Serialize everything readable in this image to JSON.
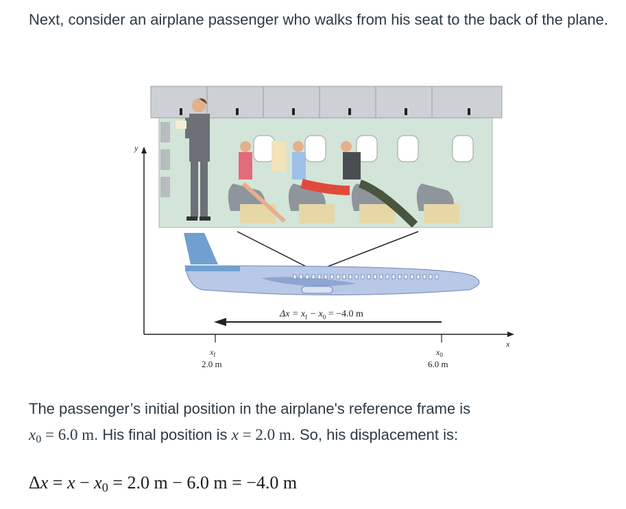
{
  "intro_text": "Next, consider an airplane passenger who walks from his seat to the back of the plane.",
  "figure": {
    "y_axis_label": "y",
    "x_axis_label": "x",
    "displacement_label": "Δx = x",
    "disp_sub_f": "f",
    "disp_minus": " − x",
    "disp_sub_0": "0",
    "disp_value": " = −4.0 m",
    "xf_symbol": "x",
    "xf_sub": "f",
    "xf_value": "2.0 m",
    "x0_symbol": "x",
    "x0_sub": "0",
    "x0_value": "6.0 m",
    "colors": {
      "cabin_bg": "#d3e4d8",
      "bin": "#cdd0d4",
      "fuselage": "#b9c8e6",
      "tail": "#6fa0cf",
      "seat": "#8f959c",
      "seat_base": "#e6d7a6"
    }
  },
  "paragraph": {
    "part1": "The passenger’s initial position in the airplane's reference frame is",
    "x0_var": "x",
    "x0_sub": "0",
    "x0_eq": " = 6.0 m",
    "part2": ". His final position is ",
    "x_var": "x",
    "x_eq": " = 2.0 m",
    "part3": ". So, his displacement is:"
  },
  "equation": {
    "delta": "Δ",
    "x": "x",
    "eq1": " = ",
    "x2": "x",
    "minus": " − ",
    "x0": "x",
    "x0_sub": "0",
    "eq2": " = 2.0 m − 6.0 m = −4.0 m"
  }
}
